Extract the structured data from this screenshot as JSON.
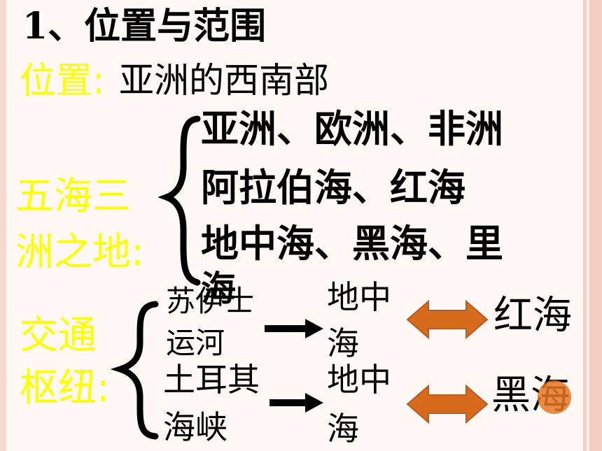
{
  "heading": "1、位置与范围",
  "position": {
    "label": "位置:",
    "value": "亚洲的西南部"
  },
  "five_seas": {
    "label_line1": "五海三",
    "label_line2": "洲之地:",
    "items": [
      "亚洲、欧洲、非洲",
      "阿拉伯海、红海",
      "地中海、黑海、里",
      "海"
    ]
  },
  "hub": {
    "label_line1": "交通",
    "label_line2": "枢纽:",
    "rows": [
      {
        "from_line1": "苏伊士",
        "from_line2": "运河",
        "to_line1": "地中",
        "to_line2": "海",
        "other": "红海"
      },
      {
        "from_line1": "土耳其",
        "from_line2": "海峡",
        "to_line1": "地中",
        "to_line2": "海",
        "other": "黑海"
      }
    ]
  },
  "colors": {
    "highlight": "#ffff00",
    "double_arrow_fill": "#d86a1c",
    "double_arrow_stroke": "#b45c2a",
    "marker_dot": "#e87722",
    "frame": "#f3cfc4"
  }
}
